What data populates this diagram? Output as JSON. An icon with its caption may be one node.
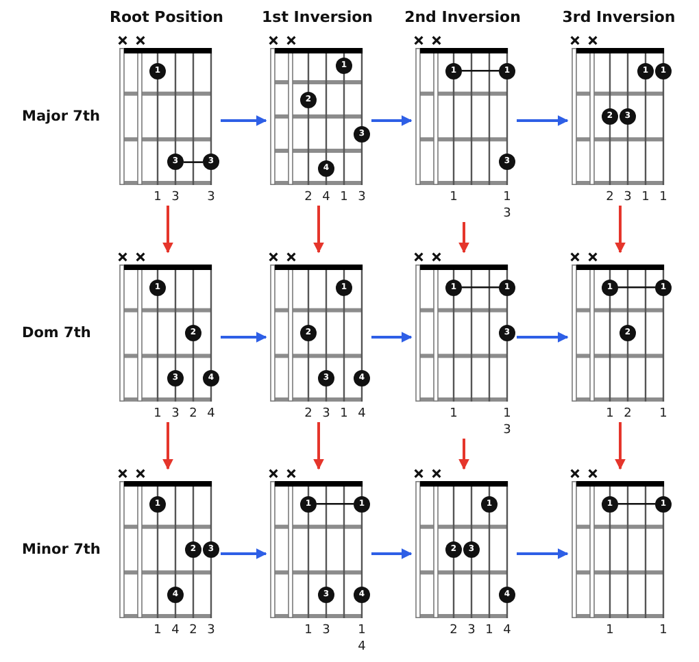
{
  "diagram": {
    "nodes": [
      {
        "text": [],
        "shape": "picture",
        "beside": [
          "1",
          "3",
          "3"
        ]
      },
      {
        "text": [
          "1"
        ],
        "in": 0
      },
      {
        "text": [
          "3"
        ],
        "in": 0
      },
      {
        "text": [
          "3"
        ],
        "in": 0
      },
      {
        "text": [],
        "shape": "picture",
        "beside": [
          "2",
          "4",
          "1",
          "3"
        ]
      },
      {
        "text": [
          "1"
        ],
        "in": 4
      },
      {
        "text": [
          "2"
        ],
        "in": 4
      },
      {
        "text": [
          "3"
        ],
        "in": 4
      },
      {
        "text": [
          "4"
        ],
        "in": 4
      },
      {
        "text": [],
        "shape": "picture",
        "beside": [
          "1",
          "1",
          "3"
        ]
      },
      {
        "text": [
          "1"
        ],
        "in": 9
      },
      {
        "text": [
          "1"
        ],
        "in": 9
      },
      {
        "text": [
          "3"
        ],
        "in": 9
      },
      {
        "text": [],
        "shape": "picture",
        "beside": [
          "2",
          "3",
          "1",
          "1"
        ]
      },
      {
        "text": [
          "1"
        ],
        "in": 13
      },
      {
        "text": [
          "1"
        ],
        "in": 13
      },
      {
        "text": [
          "2"
        ],
        "in": 13
      },
      {
        "text": [
          "3"
        ],
        "in": 13
      },
      {
        "text": [],
        "shape": "picture",
        "beside": [
          "1",
          "3",
          "2",
          "4"
        ]
      },
      {
        "text": [
          "1"
        ],
        "in": 18
      },
      {
        "text": [
          "2"
        ],
        "in": 18
      },
      {
        "text": [
          "3"
        ],
        "in": 18
      },
      {
        "text": [
          "4"
        ],
        "in": 18
      },
      {
        "text": [],
        "shape": "picture",
        "beside": [
          "2",
          "3",
          "1",
          "4"
        ]
      },
      {
        "text": [
          "1"
        ],
        "in": 23
      },
      {
        "text": [
          "2"
        ],
        "in": 23
      },
      {
        "text": [
          "3"
        ],
        "in": 23
      },
      {
        "text": [
          "4"
        ],
        "in": 23
      },
      {
        "text": [],
        "shape": "picture",
        "beside": [
          "1",
          "1",
          "3"
        ]
      },
      {
        "text": [
          "1"
        ],
        "in": 28
      },
      {
        "text": [
          "1"
        ],
        "in": 28
      },
      {
        "text": [
          "3"
        ],
        "in": 28
      },
      {
        "text": [],
        "shape": "picture",
        "beside": [
          "1",
          "2",
          "1"
        ]
      },
      {
        "text": [
          "1"
        ],
        "in": 32
      },
      {
        "text": [
          "1"
        ],
        "in": 32
      },
      {
        "text": [
          "2"
        ],
        "in": 32
      },
      {
        "text": [],
        "shape": "picture",
        "beside": [
          "1",
          "4",
          "2",
          "3"
        ]
      },
      {
        "text": [
          "1"
        ],
        "in": 36
      },
      {
        "text": [
          "2"
        ],
        "in": 36
      },
      {
        "text": [
          "3"
        ],
        "in": 36
      },
      {
        "text": [
          "4"
        ],
        "in": 36
      },
      {
        "text": [],
        "shape": "picture",
        "beside": [
          "1",
          "3",
          "1",
          "4"
        ]
      },
      {
        "text": [
          "1"
        ],
        "in": 41
      },
      {
        "text": [
          "1"
        ],
        "in": 41
      },
      {
        "text": [
          "3"
        ],
        "in": 41
      },
      {
        "text": [
          "4"
        ],
        "in": 41
      },
      {
        "text": [],
        "shape": "picture",
        "beside": [
          "2",
          "3",
          "1",
          "4"
        ]
      },
      {
        "text": [
          "1"
        ],
        "in": 46
      },
      {
        "text": [
          "2"
        ],
        "in": 46
      },
      {
        "text": [
          "3"
        ],
        "in": 46
      },
      {
        "text": [
          "4"
        ],
        "in": 46
      },
      {
        "text": [],
        "shape": "picture",
        "beside": [
          "1",
          "1"
        ]
      },
      {
        "text": [
          "1"
        ],
        "in": 51
      },
      {
        "text": [
          "1"
        ],
        "in": 51
      }
    ],
    "edges": [
      {
        "from": 0,
        "to": 4,
        "arrow": "to"
      },
      {
        "from": 4,
        "to": 9,
        "arrow": "to"
      },
      {
        "from": 9,
        "to": 13,
        "arrow": "to"
      },
      {
        "from": 0,
        "to": 18,
        "arrow": "to",
        "color": "#e5352b"
      },
      {
        "from": 4,
        "to": 23,
        "arrow": "to",
        "color": "#e5352b"
      },
      {
        "from": 9,
        "to": 28,
        "arrow": "to",
        "color": "#e5352b"
      },
      {
        "from": 13,
        "to": 32,
        "arrow": "to",
        "color": "#e5352b"
      },
      {
        "from": 18,
        "to": 23,
        "arrow": "to"
      },
      {
        "from": 23,
        "to": 28,
        "arrow": "to"
      },
      {
        "from": 28,
        "to": 32,
        "arrow": "to"
      },
      {
        "from": 18,
        "to": 36,
        "arrow": "to",
        "color": "#e5352b"
      },
      {
        "from": 23,
        "to": 41,
        "arrow": "to",
        "color": "#e5352b"
      },
      {
        "from": 28,
        "to": 46,
        "arrow": "to",
        "color": "#e5352b"
      },
      {
        "from": 32,
        "to": 51,
        "arrow": "to",
        "color": "#e5352b"
      },
      {
        "from": 36,
        "to": 41,
        "arrow": "to"
      },
      {
        "from": 41,
        "to": 46,
        "arrow": "to"
      },
      {
        "from": 46,
        "to": 51,
        "arrow": "to"
      },
      {
        "from": 2,
        "to": 3,
        "arrow": "none",
        "color": "#111111"
      },
      {
        "from": 10,
        "to": 11,
        "arrow": "none",
        "color": "#111111"
      },
      {
        "from": 29,
        "to": 30,
        "arrow": "none",
        "color": "#111111"
      },
      {
        "from": 33,
        "to": 34,
        "arrow": "none",
        "color": "#111111"
      },
      {
        "from": 42,
        "to": 43,
        "arrow": "none",
        "color": "#111111"
      },
      {
        "from": 52,
        "to": 53,
        "arrow": "none",
        "color": "#111111"
      }
    ],
    "labels": [
      "Root Position",
      "1st Inversion",
      "2nd Inversion",
      "3rd Inversion",
      "Major 7th",
      "Dom 7th",
      "Minor 7th"
    ]
  }
}
